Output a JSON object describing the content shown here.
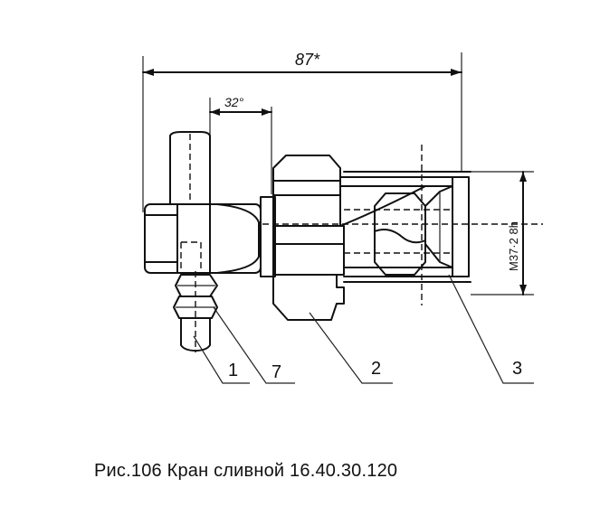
{
  "caption": "Рис.106 Кран сливной 16.40.30.120",
  "dimensions": {
    "overall_length": "87*",
    "angle": "32°",
    "thread": "M37·2 8h"
  },
  "callouts": [
    "1",
    "7",
    "2",
    "3"
  ]
}
